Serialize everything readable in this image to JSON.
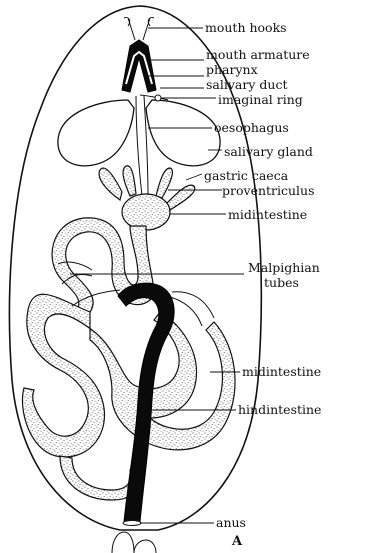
{
  "labels": {
    "mouth_hooks": "mouth hooks",
    "mouth_armature": "mouth armature",
    "pharynx": "pharynx",
    "salivary_duct": "salivary duct",
    "imaginal_ring": "imaginal ring",
    "oesophagus": "oesophagus",
    "salivary_gland": "salivary gland",
    "gastric_caeca": "gastric caeca",
    "proventriculus": "proventriculus",
    "midintestine_upper": "midintestine",
    "malpighian_line1": "Malpighian",
    "malpighian_line2": "tubes",
    "midintestine_lower": "midintestine",
    "hindintestine": "hindintestine",
    "anus": "anus",
    "panel_letter": "A"
  }
}
